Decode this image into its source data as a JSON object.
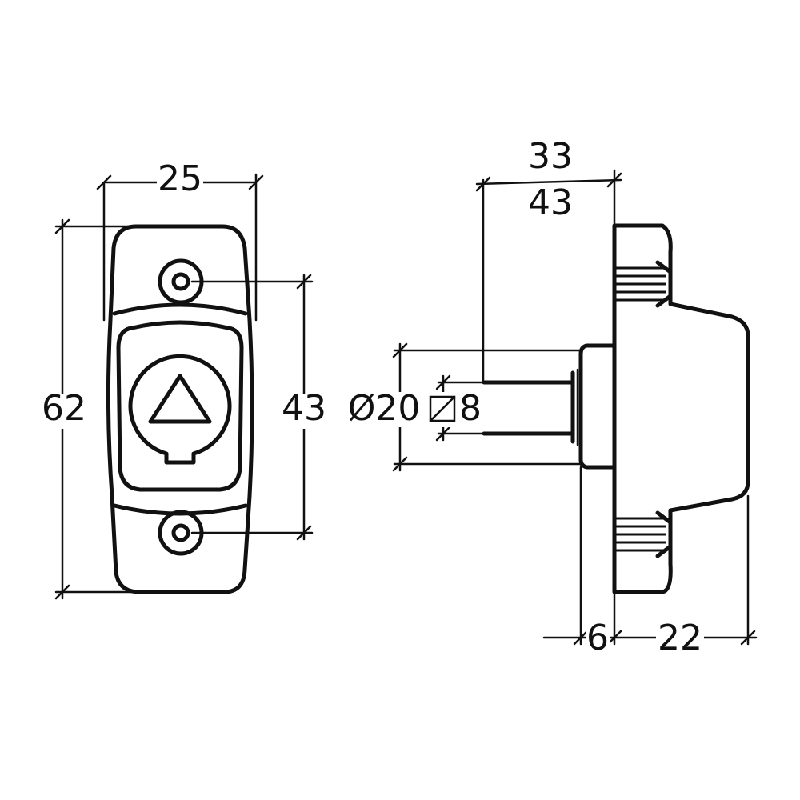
{
  "front_view": {
    "width_label": "25",
    "height_label": "62",
    "hole_spacing_label": "43"
  },
  "side_view": {
    "depth_label_1": "33",
    "depth_label_2": "43",
    "diameter_label": "Ø20",
    "square_label": "8",
    "flange_label": "6",
    "body_depth_label": "22"
  },
  "icons": {
    "triangle": "triangle-icon",
    "square_symbol": "square-symbol-icon"
  }
}
